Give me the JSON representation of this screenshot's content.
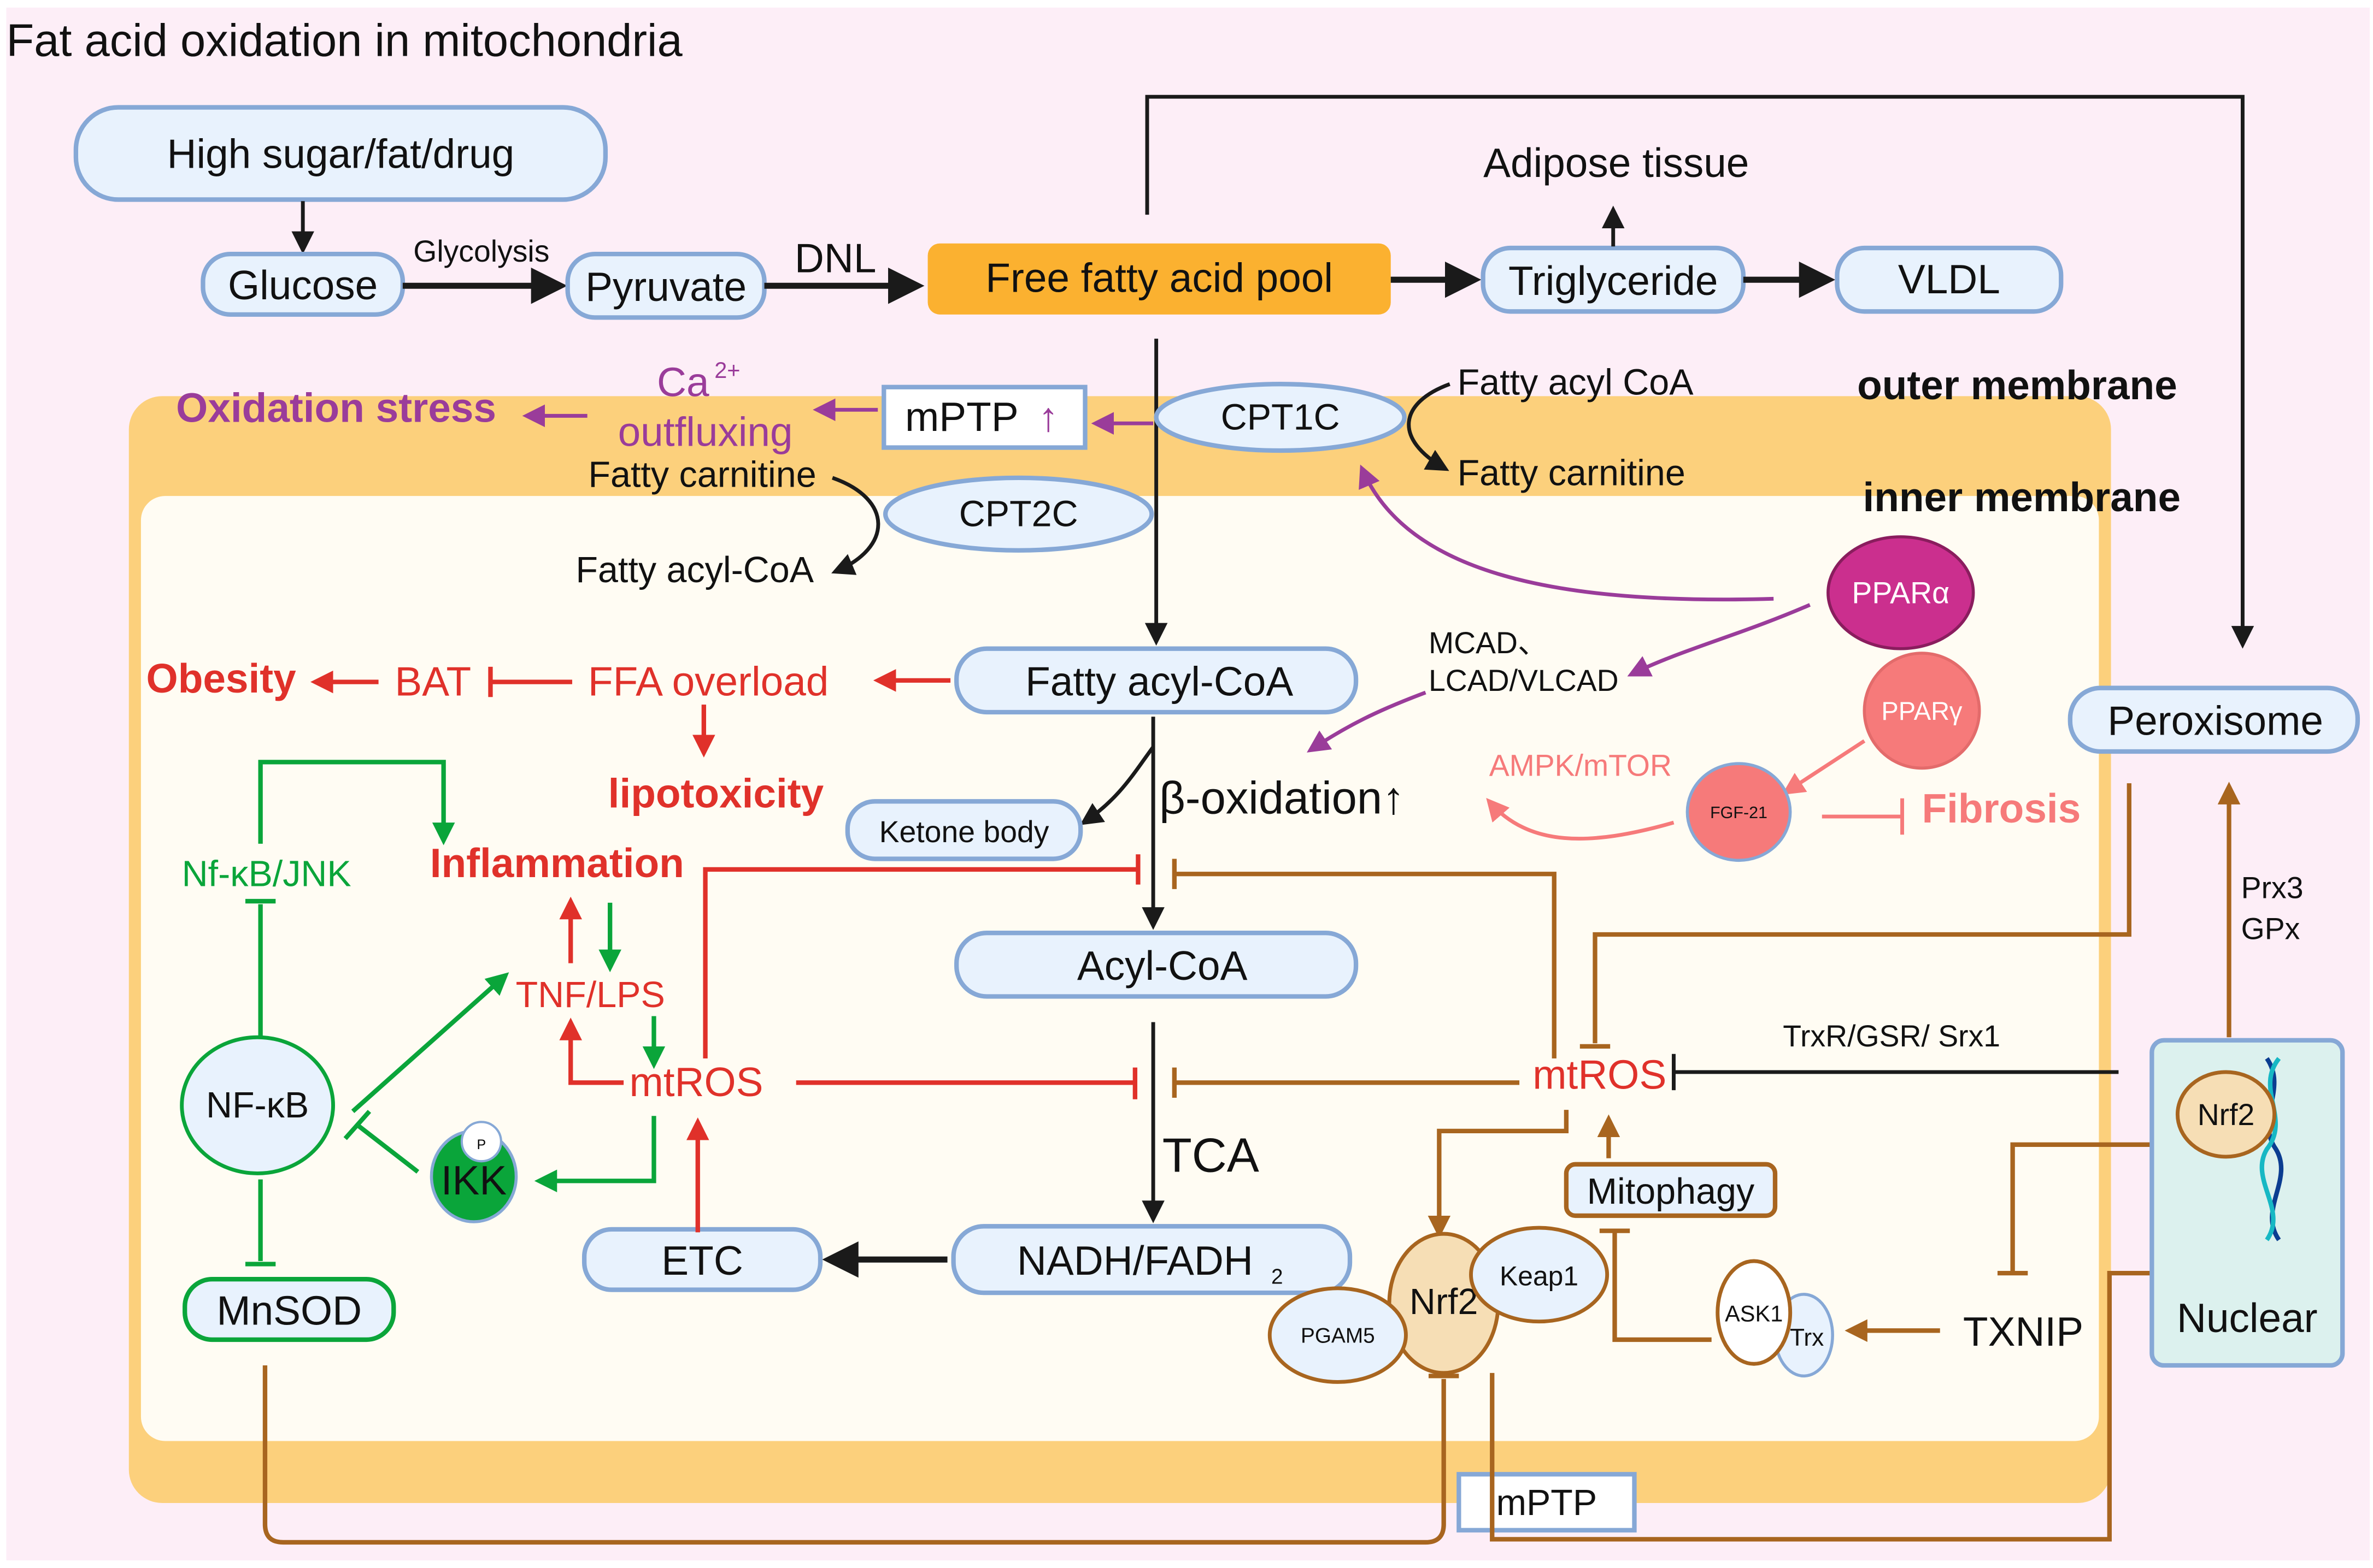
{
  "title": "Fat acid oxidation in mitochondria",
  "colors": {
    "page_bg": "#fdeef7",
    "outer_membrane": "#fcd07c",
    "matrix": "#fffcf3",
    "node_fill": "#e8f2fd",
    "node_stroke": "#86a8d6",
    "ffa_pool": "#fbb130",
    "red": "#e0312a",
    "green": "#0aa53a",
    "brown": "#a8651f",
    "purple": "#9a3c9a",
    "ppar_alpha": "#cb2f8e",
    "ppar_gamma": "#f67a7a",
    "salmon": "#f67a7a",
    "nuclear_fill": "#dcf1ee"
  },
  "top_pathway": {
    "high_sugar": "High sugar/fat/drug",
    "glucose": "Glucose",
    "glycolysis": "Glycolysis",
    "pyruvate": "Pyruvate",
    "dnl": "DNL",
    "ffa_pool": "Free fatty acid pool",
    "triglyceride": "Triglyceride",
    "adipose": "Adipose tissue",
    "vldl": "VLDL"
  },
  "membrane": {
    "outer_label": "outer membrane",
    "inner_label": "inner membrane",
    "cpt1c": "CPT1C",
    "cpt2c": "CPT2C",
    "fatty_acyl_coa_outer": "Fatty acyl CoA",
    "fatty_carnitine_outer": "Fatty carnitine",
    "fatty_carnitine_inner": "Fatty carnitine",
    "fatty_acyl_coa_inner": "Fatty acyl-CoA",
    "mptp_up": "mPTP",
    "mptp_arrow": "↑",
    "ca_base": "Ca",
    "ca_sup": "2+",
    "outfluxing": "outfluxing",
    "oxidation_stress": "Oxidation stress"
  },
  "matrix": {
    "fatty_acyl_coa": "Fatty acyl-CoA",
    "ffa_overload": "FFA overload",
    "bat": "BAT",
    "obesity": "Obesity",
    "lipotoxicity": "lipotoxicity",
    "ketone_body": "Ketone body",
    "beta_oxidation": "β-oxidation↑",
    "acyl_coa": "Acyl-CoA",
    "tca": "TCA",
    "nadh": "NADH/FADH",
    "nadh_sub": "2",
    "etc": "ETC",
    "mcad": "MCAD、",
    "lcad": "LCAD/VLCAD",
    "ppar_alpha": "PPARα",
    "ppar_gamma": "PPARγ",
    "fgf21": "FGF-21",
    "ampk": "AMPK/mTOR",
    "fibrosis": "Fibrosis"
  },
  "inflammation": {
    "nfkb_jnk": "Nf-κB/JNK",
    "inflammation": "Inflammation",
    "tnf_lps": "TNF/LPS",
    "mtros_left": "mtROS",
    "nfkb": "NF-κB",
    "ikk": "IKK",
    "p_label": "P",
    "mnsod": "MnSOD"
  },
  "antioxidant": {
    "mtros_right": "mtROS",
    "trx_label": "TrxR/GSR/ Srx1",
    "mitophagy": "Mitophagy",
    "nrf2_complex": "Nrf2",
    "keap1": "Keap1",
    "pgam5": "PGAM5",
    "ask1": "ASK1",
    "trx": "Trx",
    "txnip": "TXNIP",
    "mptp_bottom": "mPTP"
  },
  "nucleus": {
    "peroxisome": "Peroxisome",
    "prx3": "Prx3",
    "gpx": "GPx",
    "nrf2": "Nrf2",
    "nuclear": "Nuclear"
  }
}
